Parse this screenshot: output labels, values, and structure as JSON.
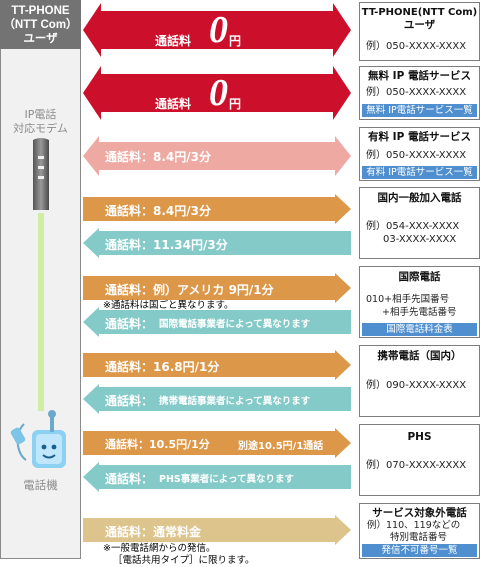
{
  "left": {
    "header_line1": "TT-PHONE",
    "header_line2": "（NTT Com）",
    "header_line3": "ユーザ",
    "modem_line1": "IP電話",
    "modem_line2": "対応モデム",
    "phone_label": "電話機"
  },
  "arrows": {
    "a1_label": "通話料",
    "a1_zero": "0",
    "a1_unit": "円",
    "a2_label": "通話料",
    "a2_zero": "0",
    "a2_unit": "円",
    "a3_label": "通話料：8.4円/3分",
    "a4_label": "通話料：8.4円/3分",
    "a5_label": "通話料：11.34円/3分",
    "a6_label": "通話料：例）アメリカ 9円/1分",
    "a6_note": "※通話料は国ごと異なります。",
    "a7_prefix": "通話料：",
    "a7_label": "国際電話事業者によって異なります",
    "a8_label": "通話料：16.8円/1分",
    "a9_prefix": "通話料：",
    "a9_label": "携帯電話事業者によって異なります",
    "a10_label": "通話料：10.5円/1分",
    "a10_extra": "別途10.5円/1通話",
    "a11_prefix": "通話料：",
    "a11_label": "PHS事業者によって異なります",
    "a12_label": "通話料：通常料金",
    "a12_note1": "※一般電話網からの発信。",
    "a12_note2": "［電話共用タイプ］に限ります。"
  },
  "boxes": {
    "b1_title1": "TT-PHONE(NTT Com)",
    "b1_title2": "ユーザ",
    "b1_ex": "例）050-XXXX-XXXX",
    "b2_title": "無料 IP 電話サービス",
    "b2_ex": "例）050-XXXX-XXXX",
    "b2_link": "無料 IP電話サービス一覧",
    "b3_title": "有料 IP 電話サービス",
    "b3_ex": "例）050-XXXX-XXXX",
    "b3_link": "有料 IP電話サービス一覧",
    "b4_title": "国内一般加入電話",
    "b4_ex1": "例）054-XXX-XXXX",
    "b4_ex2": "03-XXXX-XXXX",
    "b5_title": "国際電話",
    "b5_l1": "010+相手先国番号",
    "b5_l2": "+相手先電話番号",
    "b5_link": "国際電話料金表",
    "b6_title": "携帯電話（国内）",
    "b6_ex": "例）090-XXXX-XXXX",
    "b7_title": "PHS",
    "b7_ex": "例）070-XXXX-XXXX",
    "b8_title": "サービス対象外電話",
    "b8_l1": "例）110、119などの",
    "b8_l2": "特別電話番号",
    "b8_link": "発信不可番号一覧"
  },
  "colors": {
    "red": "#cc0f2a",
    "pink": "#eeaaa2",
    "orange": "#dc9748",
    "teal": "#84cac8",
    "tan": "#dcc48c",
    "link_blue": "#4f8fcf"
  },
  "icons": {
    "modem": "modem-icon",
    "phone": "phone-icon"
  }
}
